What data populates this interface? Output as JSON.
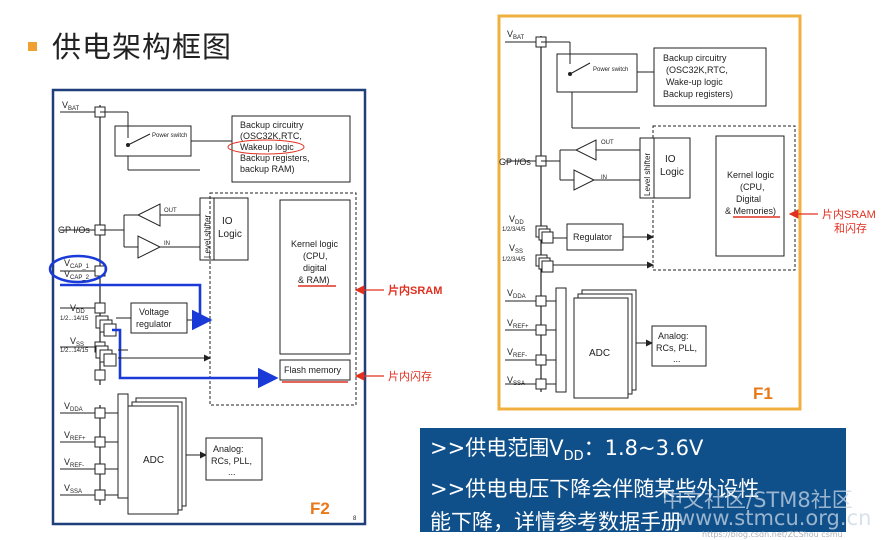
{
  "slide": {
    "title": "供电架构框图"
  },
  "f2": {
    "vbat": "V",
    "vbat_sub": "BAT",
    "power_switch": "Power switch",
    "backup_lines": [
      "Backup circuitry",
      "(OSC32K,RTC,",
      "Wakeup logic",
      "Backup registers,",
      "backup RAM)"
    ],
    "out": "OUT",
    "in": "IN",
    "gp_ios": "GP I/Os",
    "level_shifter": "Level shifter",
    "io_logic": [
      "IO",
      "Logic"
    ],
    "kernel_lines": [
      "Kernel logic",
      "(CPU,",
      "digital",
      "& RAM)"
    ],
    "vcap1": "V",
    "vcap1_sub": "CAP_1",
    "vcap2": "V",
    "vcap2_sub": "CAP_2",
    "vdd": "V",
    "vdd_sub": "DD",
    "vdd_pins": "1/2...14/15",
    "vss": "V",
    "vss_sub": "SS",
    "vss_pins": "1/2...14/15",
    "voltage_regulator": [
      "Voltage",
      "regulator"
    ],
    "flash_memory": "Flash memory",
    "vdda": "V",
    "vdda_sub": "DDA",
    "vrefp": "V",
    "vrefp_sub": "REF+",
    "vrefm": "V",
    "vrefm_sub": "REF-",
    "vssa": "V",
    "vssa_sub": "SSA",
    "adc": "ADC",
    "analog_lines": [
      "Analog:",
      "RCs, PLL,",
      "..."
    ],
    "label": "F2",
    "page_no": "8",
    "anno_sram": "片内SRAM",
    "anno_flash": "片内闪存"
  },
  "f1": {
    "vbat": "V",
    "vbat_sub": "BAT",
    "power_switch": "Power switch",
    "backup_lines": [
      "Backup circuitry",
      "(OSC32K,RTC,",
      "Wake-up logic",
      "Backup registers)"
    ],
    "out": "OUT",
    "in": "IN",
    "gp_ios": "GP I/Os",
    "level_shifter": "Level shifter",
    "io_logic": [
      "IO",
      "Logic"
    ],
    "kernel_lines": [
      "Kernel logic",
      "(CPU,",
      "Digital",
      "& Memories)"
    ],
    "vdd": "V",
    "vdd_sub": "DD",
    "vdd_pins": "1/2/3/4/5",
    "vss": "V",
    "vss_sub": "SS",
    "vss_pins": "1/2/3/4/5",
    "regulator": "Regulator",
    "vdda": "V",
    "vdda_sub": "DDA",
    "vrefp": "V",
    "vrefp_sub": "REF+",
    "vrefm": "V",
    "vrefm_sub": "REF-",
    "vssa": "V",
    "vssa_sub": "SSA",
    "adc": "ADC",
    "analog_lines": [
      "Analog:",
      "RCs, PLL,",
      "..."
    ],
    "label": "F1",
    "anno_sram": "片内SRAM",
    "anno_flash": "和闪存"
  },
  "info": {
    "line1_prefix": ">>供电范围V",
    "line1_sub": "DD",
    "line1_suffix": "：1.8~3.6V",
    "line2": ">>供电电压下降会伴随某些外设性",
    "line3": "能下降，详情参考数据手册"
  },
  "watermark": {
    "line1": "中文社区/STM8社区",
    "line2": "www.stmcu.org.cn",
    "line3": "https://blog.csdn.net/ZCShou csmu"
  },
  "colors": {
    "f2_frame": "#1f3f7a",
    "f1_frame": "#f0b040",
    "annotation_red": "#e03020",
    "bus_blue": "#1a3ad8",
    "info_bg": "#0f4f8a",
    "bullet": "#f0a030"
  }
}
